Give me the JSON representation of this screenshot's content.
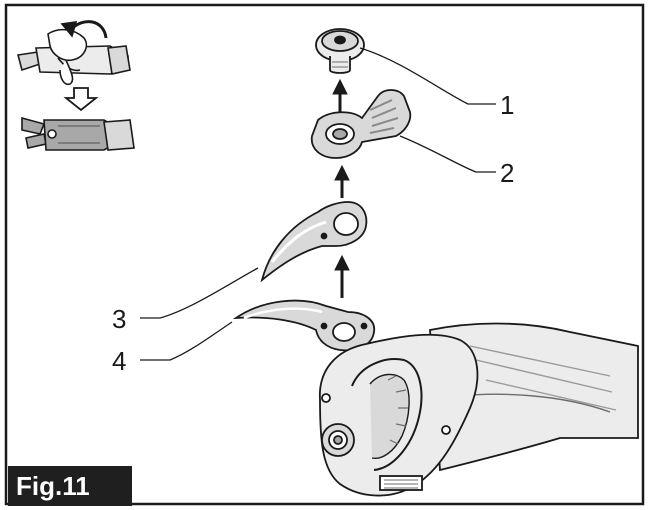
{
  "figure": {
    "label": "Fig.11",
    "callouts": [
      "1",
      "2",
      "3",
      "4"
    ]
  },
  "icons": {
    "inset_top": "hand-pressing-shear-icon",
    "inset_arrow": "down-arrow-icon",
    "inset_bottom": "shear-open-icon"
  },
  "colors": {
    "line": "#1a1a1a",
    "part_fill": "#d9d9d9",
    "part_light": "#ececec",
    "part_dark": "#a8a8a8",
    "label_bg": "#1f1f1f",
    "label_text": "#ffffff"
  }
}
